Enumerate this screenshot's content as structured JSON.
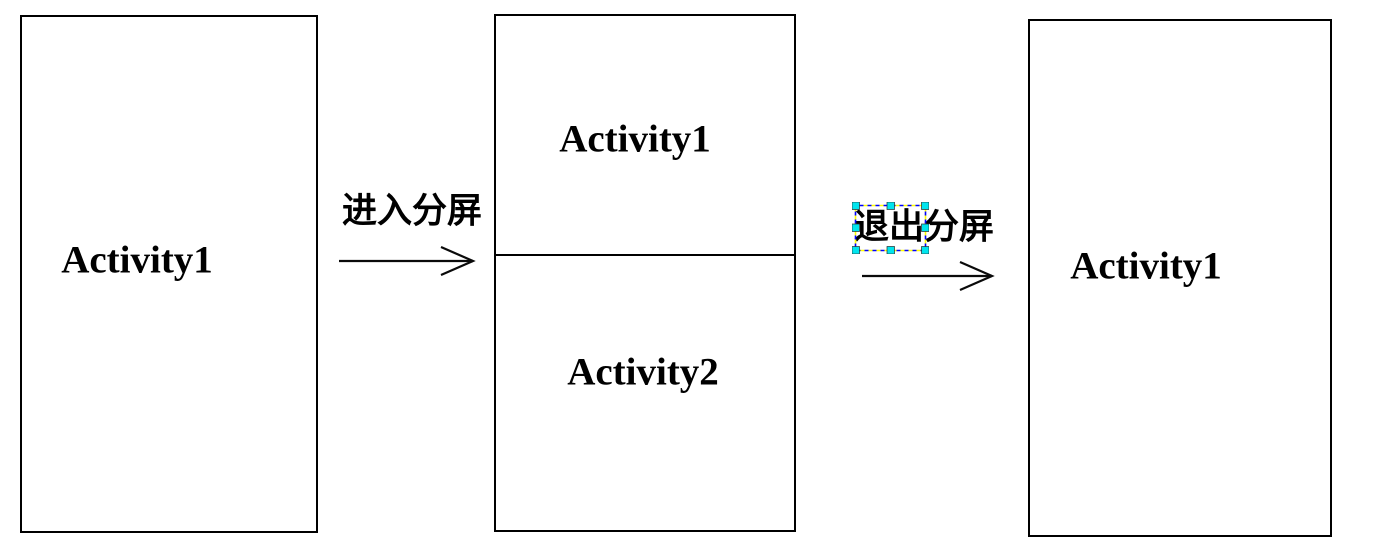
{
  "screens": {
    "before": {
      "label": "Activity1"
    },
    "split": {
      "top_label": "Activity1",
      "bottom_label": "Activity2"
    },
    "after": {
      "label": "Activity1"
    }
  },
  "transitions": {
    "enter": {
      "label": "进入分屏"
    },
    "exit": {
      "selected_text": "退出",
      "rest_text": "分屏"
    }
  },
  "colors": {
    "background": "#ffffff",
    "shape_stroke": "#000000",
    "text": "#000000",
    "selection_handle": "#00e5ee",
    "marquee_dash_blue": "#0000ff",
    "marquee_dash_yellow": "#ffff00"
  }
}
